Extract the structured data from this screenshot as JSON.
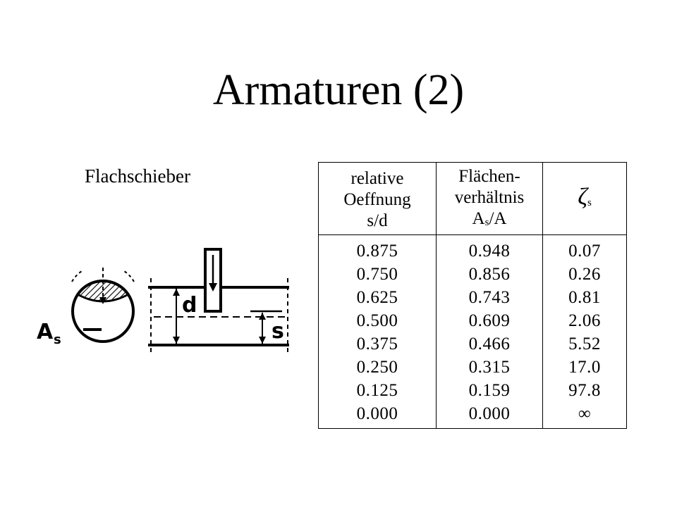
{
  "slide": {
    "title": "Armaturen (2)",
    "subtitle": "Flachschieber"
  },
  "sketch": {
    "label_area": "A",
    "label_area_sub": "s",
    "label_d": "d",
    "label_s": "s"
  },
  "table": {
    "headers": [
      [
        "relative",
        "Oeffnung",
        "s/d"
      ],
      [
        "Flächen-",
        "verhältnis",
        "A",
        "s",
        "/A"
      ],
      [
        "ζ",
        "s"
      ]
    ],
    "rows": [
      [
        "0.875",
        "0.948",
        "0.07"
      ],
      [
        "0.750",
        "0.856",
        "0.26"
      ],
      [
        "0.625",
        "0.743",
        "0.81"
      ],
      [
        "0.500",
        "0.609",
        "2.06"
      ],
      [
        "0.375",
        "0.466",
        "5.52"
      ],
      [
        "0.250",
        "0.315",
        "17.0"
      ],
      [
        "0.125",
        "0.159",
        "97.8"
      ],
      [
        "0.000",
        "0.000",
        "∞"
      ]
    ]
  }
}
